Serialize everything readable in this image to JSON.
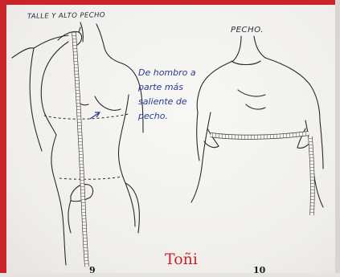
{
  "labels": {
    "figure_left_caption": "TALLE Y ALTO PECHO",
    "figure_right_caption": "PECHO.",
    "note_lines": [
      "De hombro a",
      "parte más",
      "saliente de",
      "pecho."
    ],
    "figure_left_number": "9",
    "figure_right_number": "10",
    "signature": "Toñi"
  },
  "colors": {
    "frame": "#c9242a",
    "ink": "#2b2b3a",
    "note_ink": "#2d3a8c",
    "signature": "#c9242a"
  }
}
